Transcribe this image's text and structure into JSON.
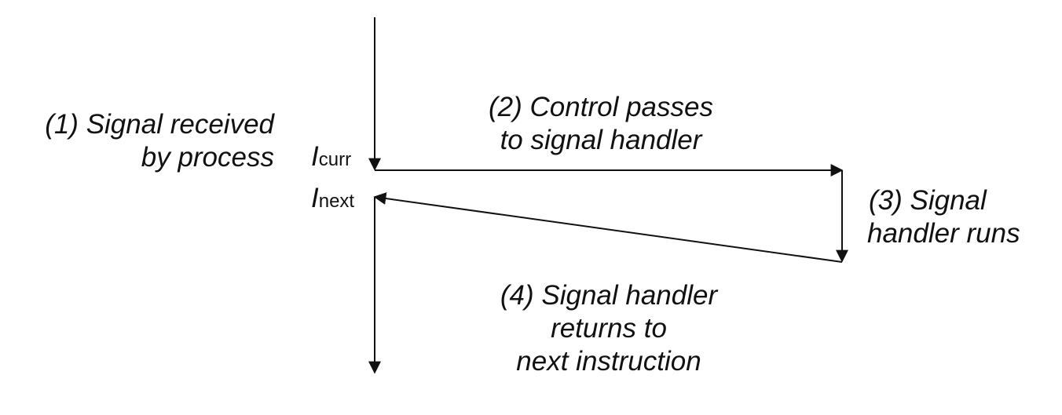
{
  "labels": {
    "step1": [
      "(1) Signal received",
      "by process"
    ],
    "step2": [
      "(2) Control passes",
      "to signal handler"
    ],
    "step3": [
      "(3) Signal",
      "handler runs"
    ],
    "step4": [
      "(4) Signal handler",
      "returns to",
      "next instruction"
    ]
  },
  "instructions": {
    "curr": {
      "main": "I",
      "sub": "curr"
    },
    "next": {
      "main": "I",
      "sub": "next"
    }
  },
  "colors": {
    "ink": "#111111",
    "background": "#ffffff"
  }
}
